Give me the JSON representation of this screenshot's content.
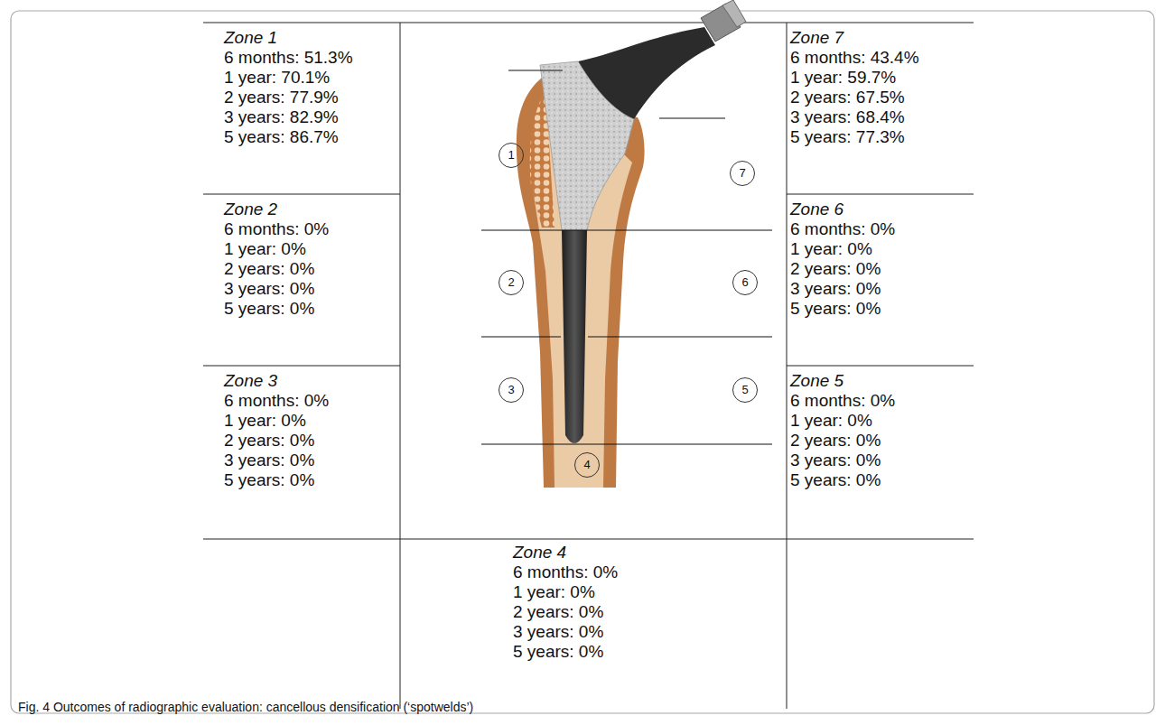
{
  "diagram": {
    "caption": "Fig. 4 Outcomes of radiographic evaluation: cancellous densification (‘spotwelds’)",
    "nodes": [
      {
        "text": [
          "Zone 1",
          "6 months: 51.3%",
          "1 year: 70.1%",
          "2 years: 77.9%",
          "3 years: 82.9%",
          "5 years: 86.7%"
        ]
      },
      {
        "text": [
          "1"
        ]
      },
      {
        "text": [
          "7"
        ]
      },
      {
        "text": [
          "Zone 7",
          "6 months: 43.4%",
          "1 year: 59.7%",
          "2 years: 67.5%",
          "3 years: 68.4%",
          "5 years: 77.3%"
        ]
      },
      {
        "text": [
          "Zone 2",
          "6 months: 0%",
          "1 year: 0%",
          "2 years: 0%",
          "3 years: 0%",
          "5 years: 0%"
        ]
      },
      {
        "text": [
          "2"
        ]
      },
      {
        "text": [
          "6"
        ]
      },
      {
        "text": [
          "Zone 6",
          "6 months: 0%",
          "1 year: 0%",
          "2 years: 0%",
          "3 years: 0%",
          "5 years: 0%"
        ]
      },
      {
        "text": [
          "Zone 3",
          "6 months: 0%",
          "1 year: 0%",
          "2 years: 0%",
          "3 years: 0%",
          "5 years: 0%"
        ]
      },
      {
        "text": [
          "3"
        ]
      },
      {
        "text": [
          "5"
        ]
      },
      {
        "text": [
          "Zone 5",
          "6 months: 0%",
          "1 year: 0%",
          "2 years: 0%",
          "3 years: 0%",
          "5 years: 0%"
        ]
      },
      {
        "text": [
          "4"
        ]
      },
      {
        "text": [
          "Zone 4",
          "6 months: 0%",
          "1 year: 0%",
          "2 years: 0%",
          "3 years: 0%",
          "5 years: 0%"
        ]
      }
    ]
  }
}
